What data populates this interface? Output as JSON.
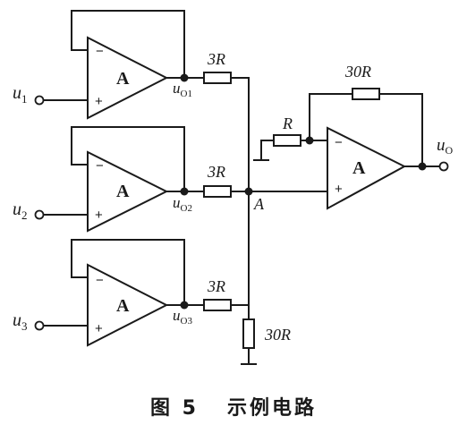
{
  "diagram": {
    "inputs": [
      {
        "sym": "u",
        "sub": "1"
      },
      {
        "sym": "u",
        "sub": "2"
      },
      {
        "sym": "u",
        "sub": "3"
      }
    ],
    "outputs_mid": [
      {
        "sym": "u",
        "sub": "O1"
      },
      {
        "sym": "u",
        "sub": "O2"
      },
      {
        "sym": "u",
        "sub": "O3"
      }
    ],
    "amp_label": "A",
    "minus_sign": "−",
    "plus_sign": "+",
    "resistors": {
      "r1": "3R",
      "r2": "3R",
      "r3": "3R",
      "r_ground": "30R",
      "r_in": "R",
      "r_feedback": "30R"
    },
    "node_a": "A",
    "final_output": {
      "sym": "u",
      "sub": "O"
    }
  },
  "caption": {
    "label": "图 5",
    "title": "示例电路"
  }
}
